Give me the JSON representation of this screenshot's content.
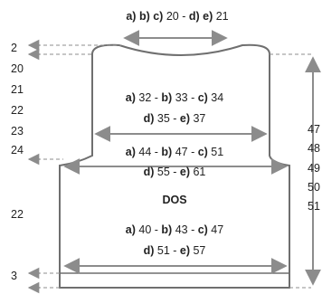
{
  "piece_label": "DOS",
  "top_measure": [
    {
      "text": "a) ",
      "bold": true
    },
    {
      "text": "b) ",
      "bold": true
    },
    {
      "text": "c) ",
      "bold": true
    },
    {
      "text": "20 - ",
      "bold": false
    },
    {
      "text": "d) ",
      "bold": true
    },
    {
      "text": "e) ",
      "bold": true
    },
    {
      "text": "21",
      "bold": false
    }
  ],
  "upper_width": {
    "line1": [
      {
        "text": "a) ",
        "bold": true
      },
      {
        "text": "32 - ",
        "bold": false
      },
      {
        "text": "b) ",
        "bold": true
      },
      {
        "text": "33 - ",
        "bold": false
      },
      {
        "text": "c) ",
        "bold": true
      },
      {
        "text": "34",
        "bold": false
      }
    ],
    "line2": [
      {
        "text": "d) ",
        "bold": true
      },
      {
        "text": "35 - ",
        "bold": false
      },
      {
        "text": "e) ",
        "bold": true
      },
      {
        "text": "37",
        "bold": false
      }
    ]
  },
  "chest_width": {
    "line1": [
      {
        "text": "a) ",
        "bold": true
      },
      {
        "text": "44 - ",
        "bold": false
      },
      {
        "text": "b) ",
        "bold": true
      },
      {
        "text": "47 - ",
        "bold": false
      },
      {
        "text": "c) ",
        "bold": true
      },
      {
        "text": "51",
        "bold": false
      }
    ],
    "line2": [
      {
        "text": "d) ",
        "bold": true
      },
      {
        "text": "55 - ",
        "bold": false
      },
      {
        "text": "e) ",
        "bold": true
      },
      {
        "text": "61",
        "bold": false
      }
    ]
  },
  "bottom_width": {
    "line1": [
      {
        "text": "a) ",
        "bold": true
      },
      {
        "text": "40 - ",
        "bold": false
      },
      {
        "text": "b) ",
        "bold": true
      },
      {
        "text": "43 - ",
        "bold": false
      },
      {
        "text": "c) ",
        "bold": true
      },
      {
        "text": "47",
        "bold": false
      }
    ],
    "line2": [
      {
        "text": "d) ",
        "bold": true
      },
      {
        "text": "51 - ",
        "bold": false
      },
      {
        "text": "e) ",
        "bold": true
      },
      {
        "text": "57",
        "bold": false
      }
    ]
  },
  "left_heights": {
    "neck": "2",
    "armhole": [
      "20",
      "21",
      "22",
      "23",
      "24"
    ],
    "body": "22",
    "rib": "3"
  },
  "right_heights": [
    "47",
    "48",
    "49",
    "50",
    "51"
  ],
  "colors": {
    "outline": "#6f6f6f",
    "arrow": "#8c8c8c",
    "text": "#222222"
  }
}
